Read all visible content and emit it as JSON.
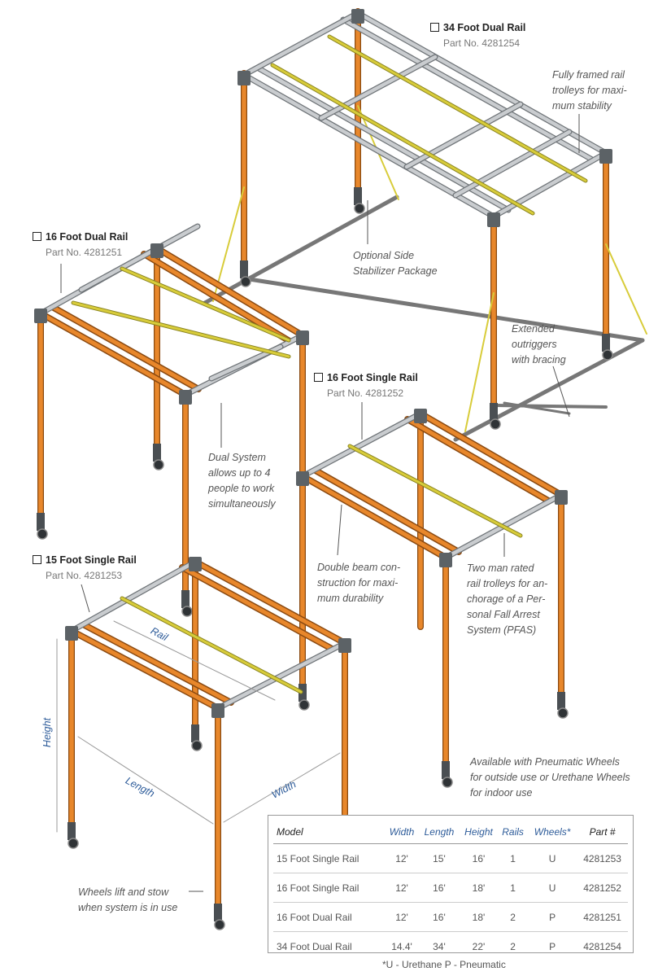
{
  "titles": {
    "t34": "34 Foot Dual Rail",
    "p34": "Part No. 4281254",
    "t16d": "16 Foot Dual Rail",
    "p16d": "Part No. 4281251",
    "t16s": "16 Foot Single Rail",
    "p16s": "Part No. 4281252",
    "t15s": "15 Foot Single Rail",
    "p15s": "Part No. 4281253"
  },
  "notes": {
    "trolleys": [
      "Fully framed rail",
      "trolleys for maxi-",
      "mum stability"
    ],
    "stabilizer": [
      "Optional Side",
      "Stabilizer Package"
    ],
    "outriggers": [
      "Extended",
      "outriggers",
      "with bracing"
    ],
    "dual": [
      "Dual System",
      "allows up to 4",
      "people to work",
      "simultaneously"
    ],
    "double_beam": [
      "Double beam con-",
      "struction for maxi-",
      "mum durability"
    ],
    "two_man": [
      "Two man rated",
      "rail trolleys for an-",
      "chorage of a Per-",
      "sonal Fall Arrest",
      "System (PFAS)"
    ],
    "wheels_avail": [
      "Available with Pneumatic Wheels",
      "for outside use or Urethane Wheels",
      "for indoor use"
    ],
    "wheels_lift": [
      "Wheels lift and stow",
      "when system is in use"
    ]
  },
  "dimensions": {
    "rail": "Rail",
    "height": "Height",
    "length": "Length",
    "width": "Width"
  },
  "table": {
    "headers": [
      "Model",
      "Width",
      "Length",
      "Height",
      "Rails",
      "Wheels*",
      "Part #"
    ],
    "rows": [
      [
        "15 Foot Single Rail",
        "12'",
        "15'",
        "16'",
        "1",
        "U",
        "4281253"
      ],
      [
        "16 Foot Single Rail",
        "12'",
        "16'",
        "18'",
        "1",
        "U",
        "4281252"
      ],
      [
        "16 Foot Dual Rail",
        "12'",
        "16'",
        "18'",
        "2",
        "P",
        "4281251"
      ],
      [
        "34 Foot Dual Rail",
        "14.4'",
        "34'",
        "22'",
        "2",
        "P",
        "4281254"
      ]
    ]
  },
  "legend": "*U - Urethane    P - Pneumatic",
  "colors": {
    "orange": "#e8872b",
    "silver": "#c9cccf",
    "yellow": "#d8cc3a",
    "dim_blue": "#2e5c9a"
  }
}
